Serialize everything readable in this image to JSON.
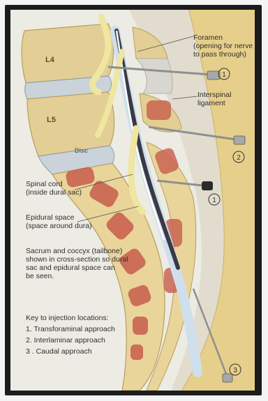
{
  "vertebrae": {
    "l4": "L4",
    "l5": "L5",
    "disc": "Disc"
  },
  "labels": {
    "foramen": [
      "Foramen",
      "(opening for nerve",
      "to pass through)"
    ],
    "interspinal_ligament": [
      "Interspinal",
      "ligament"
    ],
    "spinal_cord": [
      "Spinal cord",
      "(inside dural sac)"
    ],
    "epidural_space": [
      "Epidural space",
      "(space around dura)"
    ],
    "sacrum_note": [
      "Sacrum and coccyx (tailbone)",
      "shown in cross-section so dural",
      "sac and epidural space can",
      "be seen."
    ]
  },
  "key": {
    "title": "Key to injection locations:",
    "items": [
      "1.  Transforaminal approach",
      "2.  Interlaminar approach",
      "3 . Caudal approach"
    ]
  },
  "markers": [
    "1",
    "2",
    "1",
    "3"
  ],
  "colors": {
    "bone": "#e9d49a",
    "marrow": "#c85c4c",
    "skin": "#e6cf8a",
    "dura": "#3a3a44",
    "needle": "#9a9a9a",
    "nerve": "#efe6a0"
  }
}
